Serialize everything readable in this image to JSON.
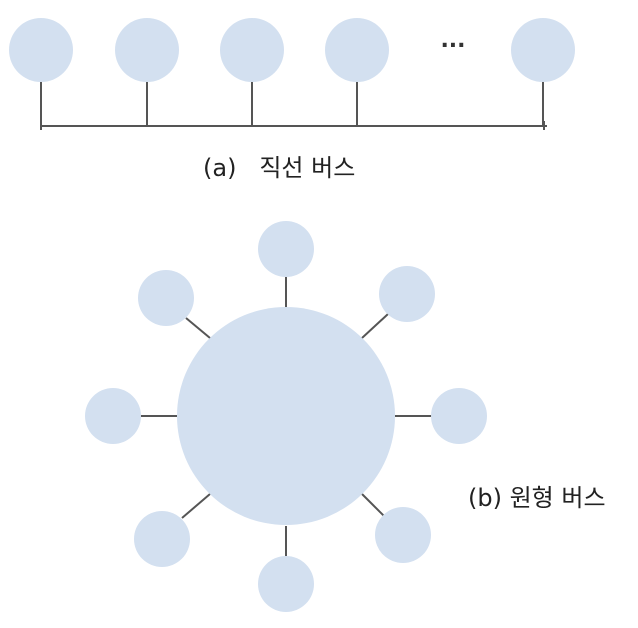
{
  "colors": {
    "node_fill": "#d3e0f0",
    "line": "#555555",
    "text": "#222222"
  },
  "linear_bus": {
    "caption": "(a)   직선 버스",
    "ellipsis": "...",
    "node_count": 5
  },
  "ring_bus": {
    "caption": "(b) 원형 버스",
    "satellite_count": 8
  }
}
